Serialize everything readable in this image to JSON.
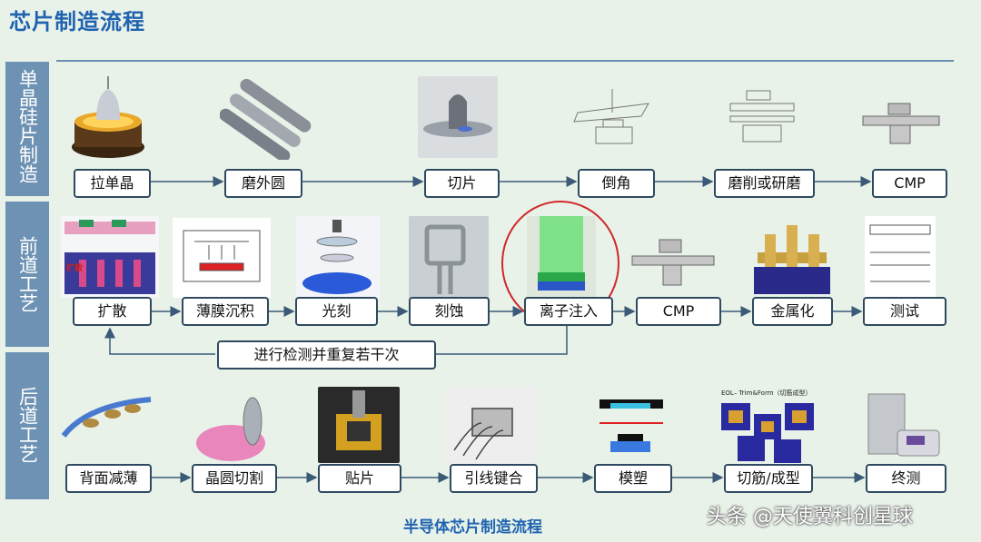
{
  "page": {
    "title": "芯片制造流程",
    "footer": "半导体芯片制造流程",
    "watermark": "头条 @天使翼科创星球"
  },
  "sections": [
    {
      "label": "单晶硅片制造"
    },
    {
      "label": "前道工艺"
    },
    {
      "label": "后道工艺"
    }
  ],
  "row1": [
    "拉单晶",
    "磨外圆",
    "切片",
    "倒角",
    "磨削或研磨",
    "CMP"
  ],
  "row2": [
    "扩散",
    "薄膜沉积",
    "光刻",
    "刻蚀",
    "离子注入",
    "CMP",
    "金属化",
    "测试"
  ],
  "loop_label": "进行检测并重复若干次",
  "row3": [
    "背面减薄",
    "晶圆切割",
    "贴片",
    "引线键合",
    "模塑",
    "切筋/成型",
    "终测"
  ],
  "image_labels": {
    "diffusion_tag": "扩散",
    "trim_form": "EOL– Trim&Form（切筋成型）"
  },
  "colors": {
    "title": "#1f63b0",
    "side_bar": "#6d92b4",
    "box_border": "#2f4a60",
    "highlight": "#d0282a",
    "background": "#e9f2e9"
  }
}
